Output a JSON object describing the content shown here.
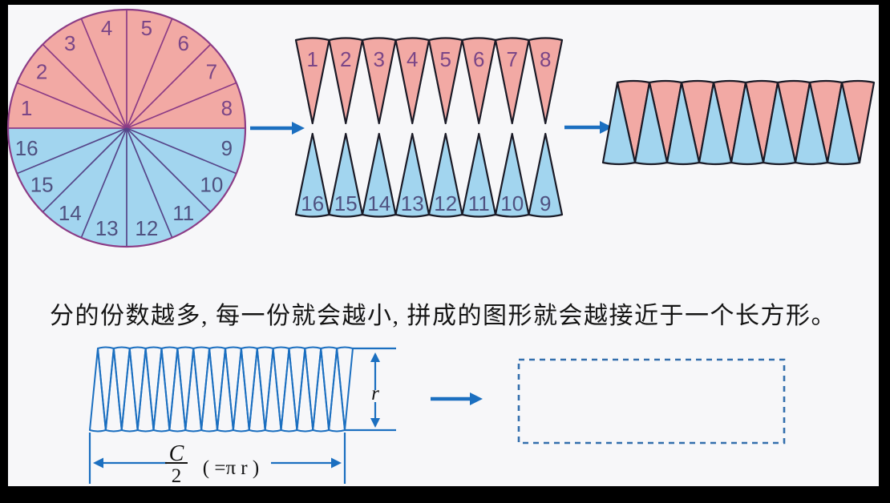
{
  "caption": "分的份数越多, 每一份就会越小, 拼成的图形就会越接近于一个长方形。",
  "circle": {
    "top_numbers": [
      "1",
      "2",
      "3",
      "4",
      "5",
      "6",
      "7",
      "8"
    ],
    "bottom_numbers": [
      "9",
      "10",
      "11",
      "12",
      "13",
      "14",
      "15",
      "16"
    ]
  },
  "split_rows": {
    "top_numbers": [
      "1",
      "2",
      "3",
      "4",
      "5",
      "6",
      "7",
      "8"
    ],
    "bottom_numbers": [
      "16",
      "15",
      "14",
      "13",
      "12",
      "11",
      "10",
      "9"
    ]
  },
  "dimensions": {
    "height_label": "r",
    "width_numerator": "C",
    "width_denominator": "2",
    "width_suffix": "( =π r )"
  },
  "colors": {
    "frame": "#000000",
    "content_bg": "#f7f7f9",
    "pink": "#f2a9a4",
    "blue": "#a2d5ef",
    "circle_line_top": "#8c3c86",
    "circle_line_bottom": "#564589",
    "sector_outline": "#1a1a26",
    "num_pink": "#7b4687",
    "num_blue": "#4f5180",
    "diagram_blue": "#1b6fc0",
    "dashed_rect": "#336fad",
    "label_dark": "#111111"
  }
}
